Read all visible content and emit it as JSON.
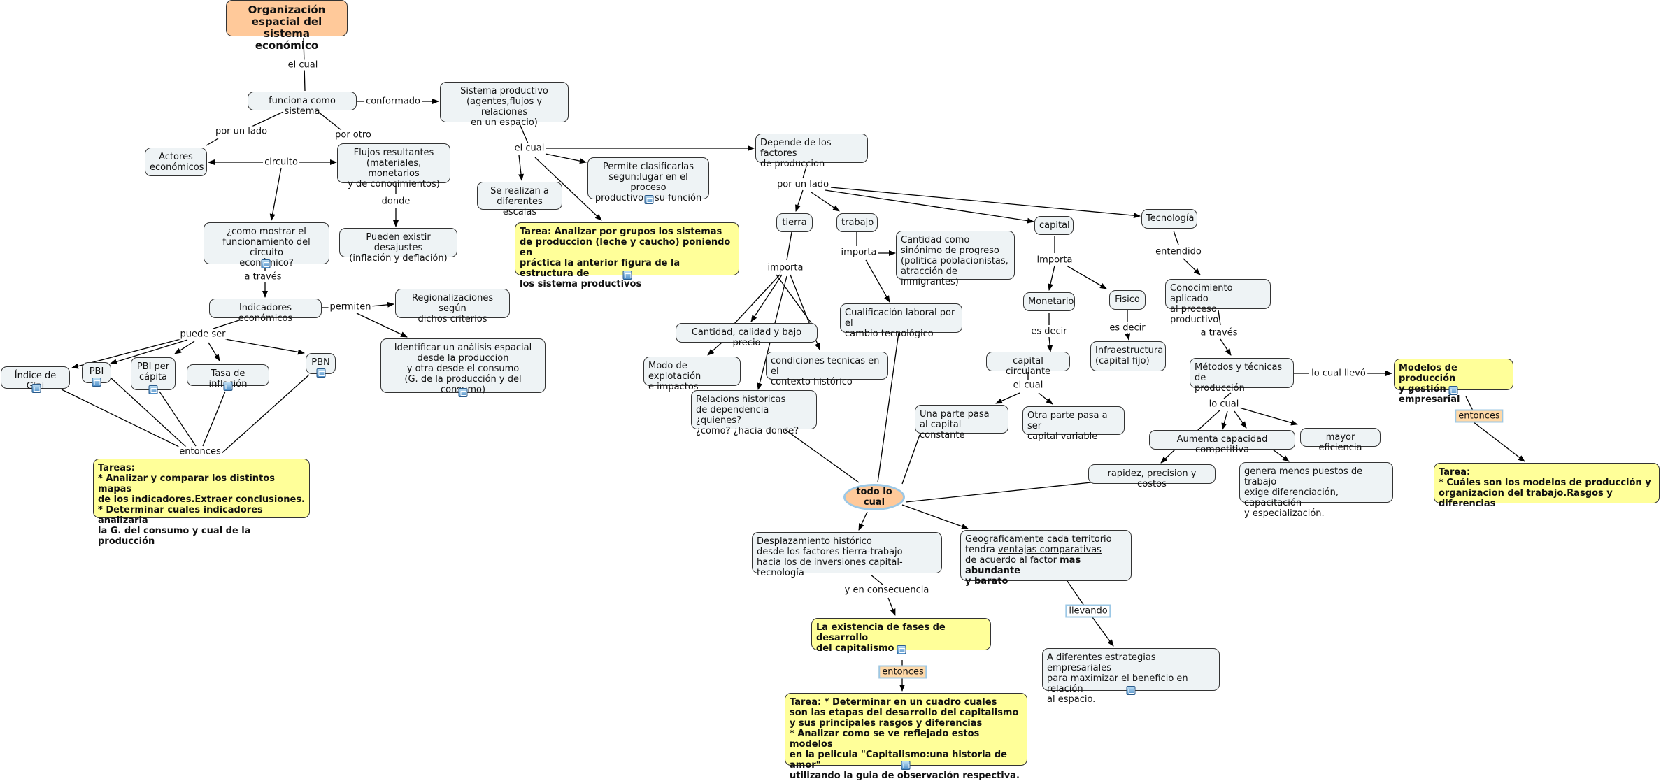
{
  "title": "Organización espacial del\nsistema económico",
  "nodes": {
    "title": "Organización espacial del\nsistema económico",
    "funciona": "funciona como sistema",
    "sistema_productivo": "Sistema productivo\n(agentes,flujos y relaciones\nen un espacio)",
    "actores": "Actores\neconómicos",
    "flujos": "Flujos resultantes\n(materiales, monetarios\ny de conocimientos)",
    "desajustes": "Pueden existir desajustes\n(inflación y deflación)",
    "como_mostrar": "¿como mostrar el\nfuncionamiento del circuito\neconómico?",
    "indicadores": "Indicadores económicos",
    "regionalizaciones": "Regionalizaciones según\ndichos criterios",
    "identificar": "Identificar un análisis espacial\ndesde la produccion\ny otra desde el consumo\n(G. de la producción y del consumo)",
    "gini": "Índice de Gini",
    "pbi": "PBI",
    "pbi_capita": "PBI per\ncápita",
    "inflacion": "Tasa de inflación",
    "pbn": "PBN",
    "tareas1": "Tareas:\n* Analizar y comparar los distintos mapas\n de los indicadores.Extraer conclusiones.\n* Determinar cuales indicadores analizaria\nla G. del consumo y cual de la producción",
    "se_realizan": "Se realizan a\ndiferentes escalas",
    "permite": "Permite clasificarlas\nsegun:lugar en el proceso\nproductivo y su función",
    "tarea2": "Tarea: Analizar  por grupos los sistemas\nde produccion (leche y caucho) poniendo en\npráctica la anterior figura de la estructura de\nlos sistema productivos",
    "depende": "Depende de los factores\nde produccion",
    "tierra": "tierra",
    "trabajo": "trabajo",
    "capital": "capital",
    "tecnologia": "Tecnología",
    "cantidad_progreso": "Cantidad como\nsinónimo de progreso\n(politica poblacionistas,\natracción de inmigrantes)",
    "cualificacion": "Cualificación laboral por el\ncambio tecnológico",
    "cantidad_calidad": "Cantidad, calidad y bajo precio",
    "modo": "Modo de explotación\ne impactos",
    "condiciones": "condiciones tecnicas en el\ncontexto histórico",
    "relaciones": "Relacions historicas\nde dependencia ¿quienes?\n¿como? ¿hacia donde?",
    "monetario": "Monetario",
    "fisico": "Fisico",
    "capital_circulante": "capital circulante",
    "infraestructura": "Infraestructura\n(capital fijo)",
    "parte_constante": "Una parte pasa\nal capital constante",
    "parte_variable": "Otra parte pasa a ser\ncapital variable",
    "conocimiento": "Conocimiento aplicado\nal proceso productivo",
    "metodos": "Métodos y técnicas de\nproducción",
    "modelos": "Modelos de producción\ny gestión empresarial",
    "aumenta": "Aumenta capacidad competitiva",
    "mayor_eficiencia": "mayor eficiencia",
    "rapidez": "rapidez, precision y costos",
    "genera": "genera menos puestos de trabajo\nexige diferenciación, capacitación\ny especialización.",
    "tarea3": "Tarea:\n* Cuáles son los modelos de producción y\norganizacion del trabajo.Rasgos y diferencias",
    "todo_lo_cual": "todo lo cual",
    "desplazamiento": "Desplazamiento histórico\ndesde los factores tierra-trabajo\nhacia los de inversiones capital-tecnología",
    "geograficamente_1": "Geograficamente cada territorio\ntendra ",
    "geograficamente_u": "ventajas comparativas",
    "geograficamente_2": "\nde acuerdo al factor ",
    "geograficamente_b": "mas abundante\ny barato",
    "existencia": "La existencia de fases de desarrollo\ndel capitalismo",
    "estrategias": "A diferentes estrategias empresariales\npara maximizar el beneficio en relación\nal espacio.",
    "tarea4": "Tarea: * Determinar en un cuadro cuales\nson las etapas del desarrollo del capitalismo\ny sus principales rasgos y diferencias\n* Analizar como se ve reflejado estos modelos\nen la pelicula \"Capitalismo:una historia de amor\"\nutilizando la guia de observación respectiva."
  },
  "labels": {
    "el_cual_1": "el cual",
    "conformado": "conformado",
    "por_un_lado_1": "por un lado",
    "por_otro": "por otro",
    "circuito": "circuito",
    "donde": "donde",
    "a_traves_1": "a través",
    "permiten": "permiten",
    "puede_ser": "puede ser",
    "entonces_1": "entonces",
    "el_cual_2": "el cual",
    "por_un_lado_2": "por un lado",
    "importa_1": "importa",
    "importa_2": "importa",
    "importa_3": "importa",
    "entendido": "entendido",
    "es_decir_1": "es decir",
    "es_decir_2": "es decir",
    "el_cual_3": "el cual",
    "a_traves_2": "a través",
    "lo_cual_llevo": "lo cual llevó",
    "entonces_2": "entonces",
    "lo_cual": "lo cual",
    "y_en_consecuencia": "y en consecuencia",
    "llevando": "llevando",
    "entonces_3": "entonces"
  },
  "colors": {
    "node_fill": "#eef3f5",
    "highlight_yellow": "#ffff99",
    "highlight_orange": "#ffc99a",
    "link_label_border": "#9cc8e6"
  },
  "icons": [
    "resource-icon"
  ]
}
